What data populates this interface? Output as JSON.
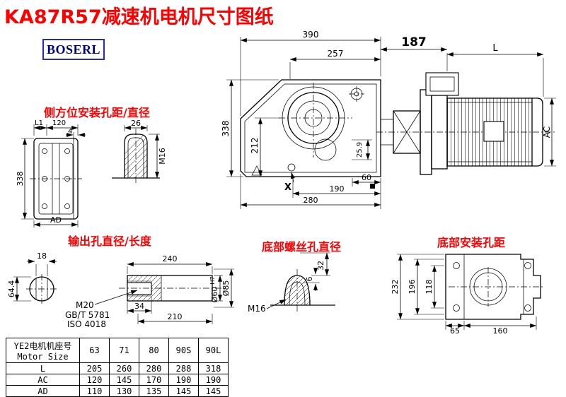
{
  "title": "KA87R57减速机电机尺寸图纸",
  "logo": "BOSERL",
  "section_labels": {
    "side_mount": "侧方位安装孔距/直径",
    "output": "输出孔直径/长度",
    "bottom_screw": "底部螺丝孔直径",
    "bottom_mount": "底部安装孔距"
  },
  "dims": {
    "main": {
      "w390": "390",
      "w257": "257",
      "h338": "338",
      "h212": "212",
      "d259": "25.9",
      "w60": "60",
      "w190": "190",
      "w280": "280",
      "x_mark": "X",
      "w187": "187",
      "motor_l": "L",
      "ac": "AC"
    },
    "side": {
      "l1": "L1",
      "w120": "120",
      "w4": "4",
      "h338": "338",
      "ad": "AD"
    },
    "slot": {
      "w26": "26",
      "m16": "M16"
    },
    "output": {
      "w18": "18",
      "h64": "64.4",
      "w240": "240",
      "m20": "M20",
      "std1": "GB/T 5781",
      "std2": "ISO 4018",
      "w34": "34",
      "w210": "210",
      "d60": "Ø60",
      "d60tol": "H7",
      "d85": "Ø85"
    },
    "screw": {
      "h32": "32",
      "h6": "6",
      "m16": "M16"
    },
    "bottom": {
      "h232": "232",
      "h196": "196",
      "h118": "118",
      "w65": "65",
      "w160": "160"
    }
  },
  "table": {
    "header": {
      "line1": "YE2电机机座号",
      "line2": "Motor Size"
    },
    "sizes": [
      "63",
      "71",
      "80",
      "90S",
      "90L"
    ],
    "rows": [
      {
        "label": "L",
        "values": [
          "205",
          "260",
          "280",
          "288",
          "318"
        ]
      },
      {
        "label": "AC",
        "values": [
          "120",
          "145",
          "170",
          "190",
          "190"
        ]
      },
      {
        "label": "AD",
        "values": [
          "110",
          "130",
          "135",
          "145",
          "145"
        ]
      }
    ]
  }
}
